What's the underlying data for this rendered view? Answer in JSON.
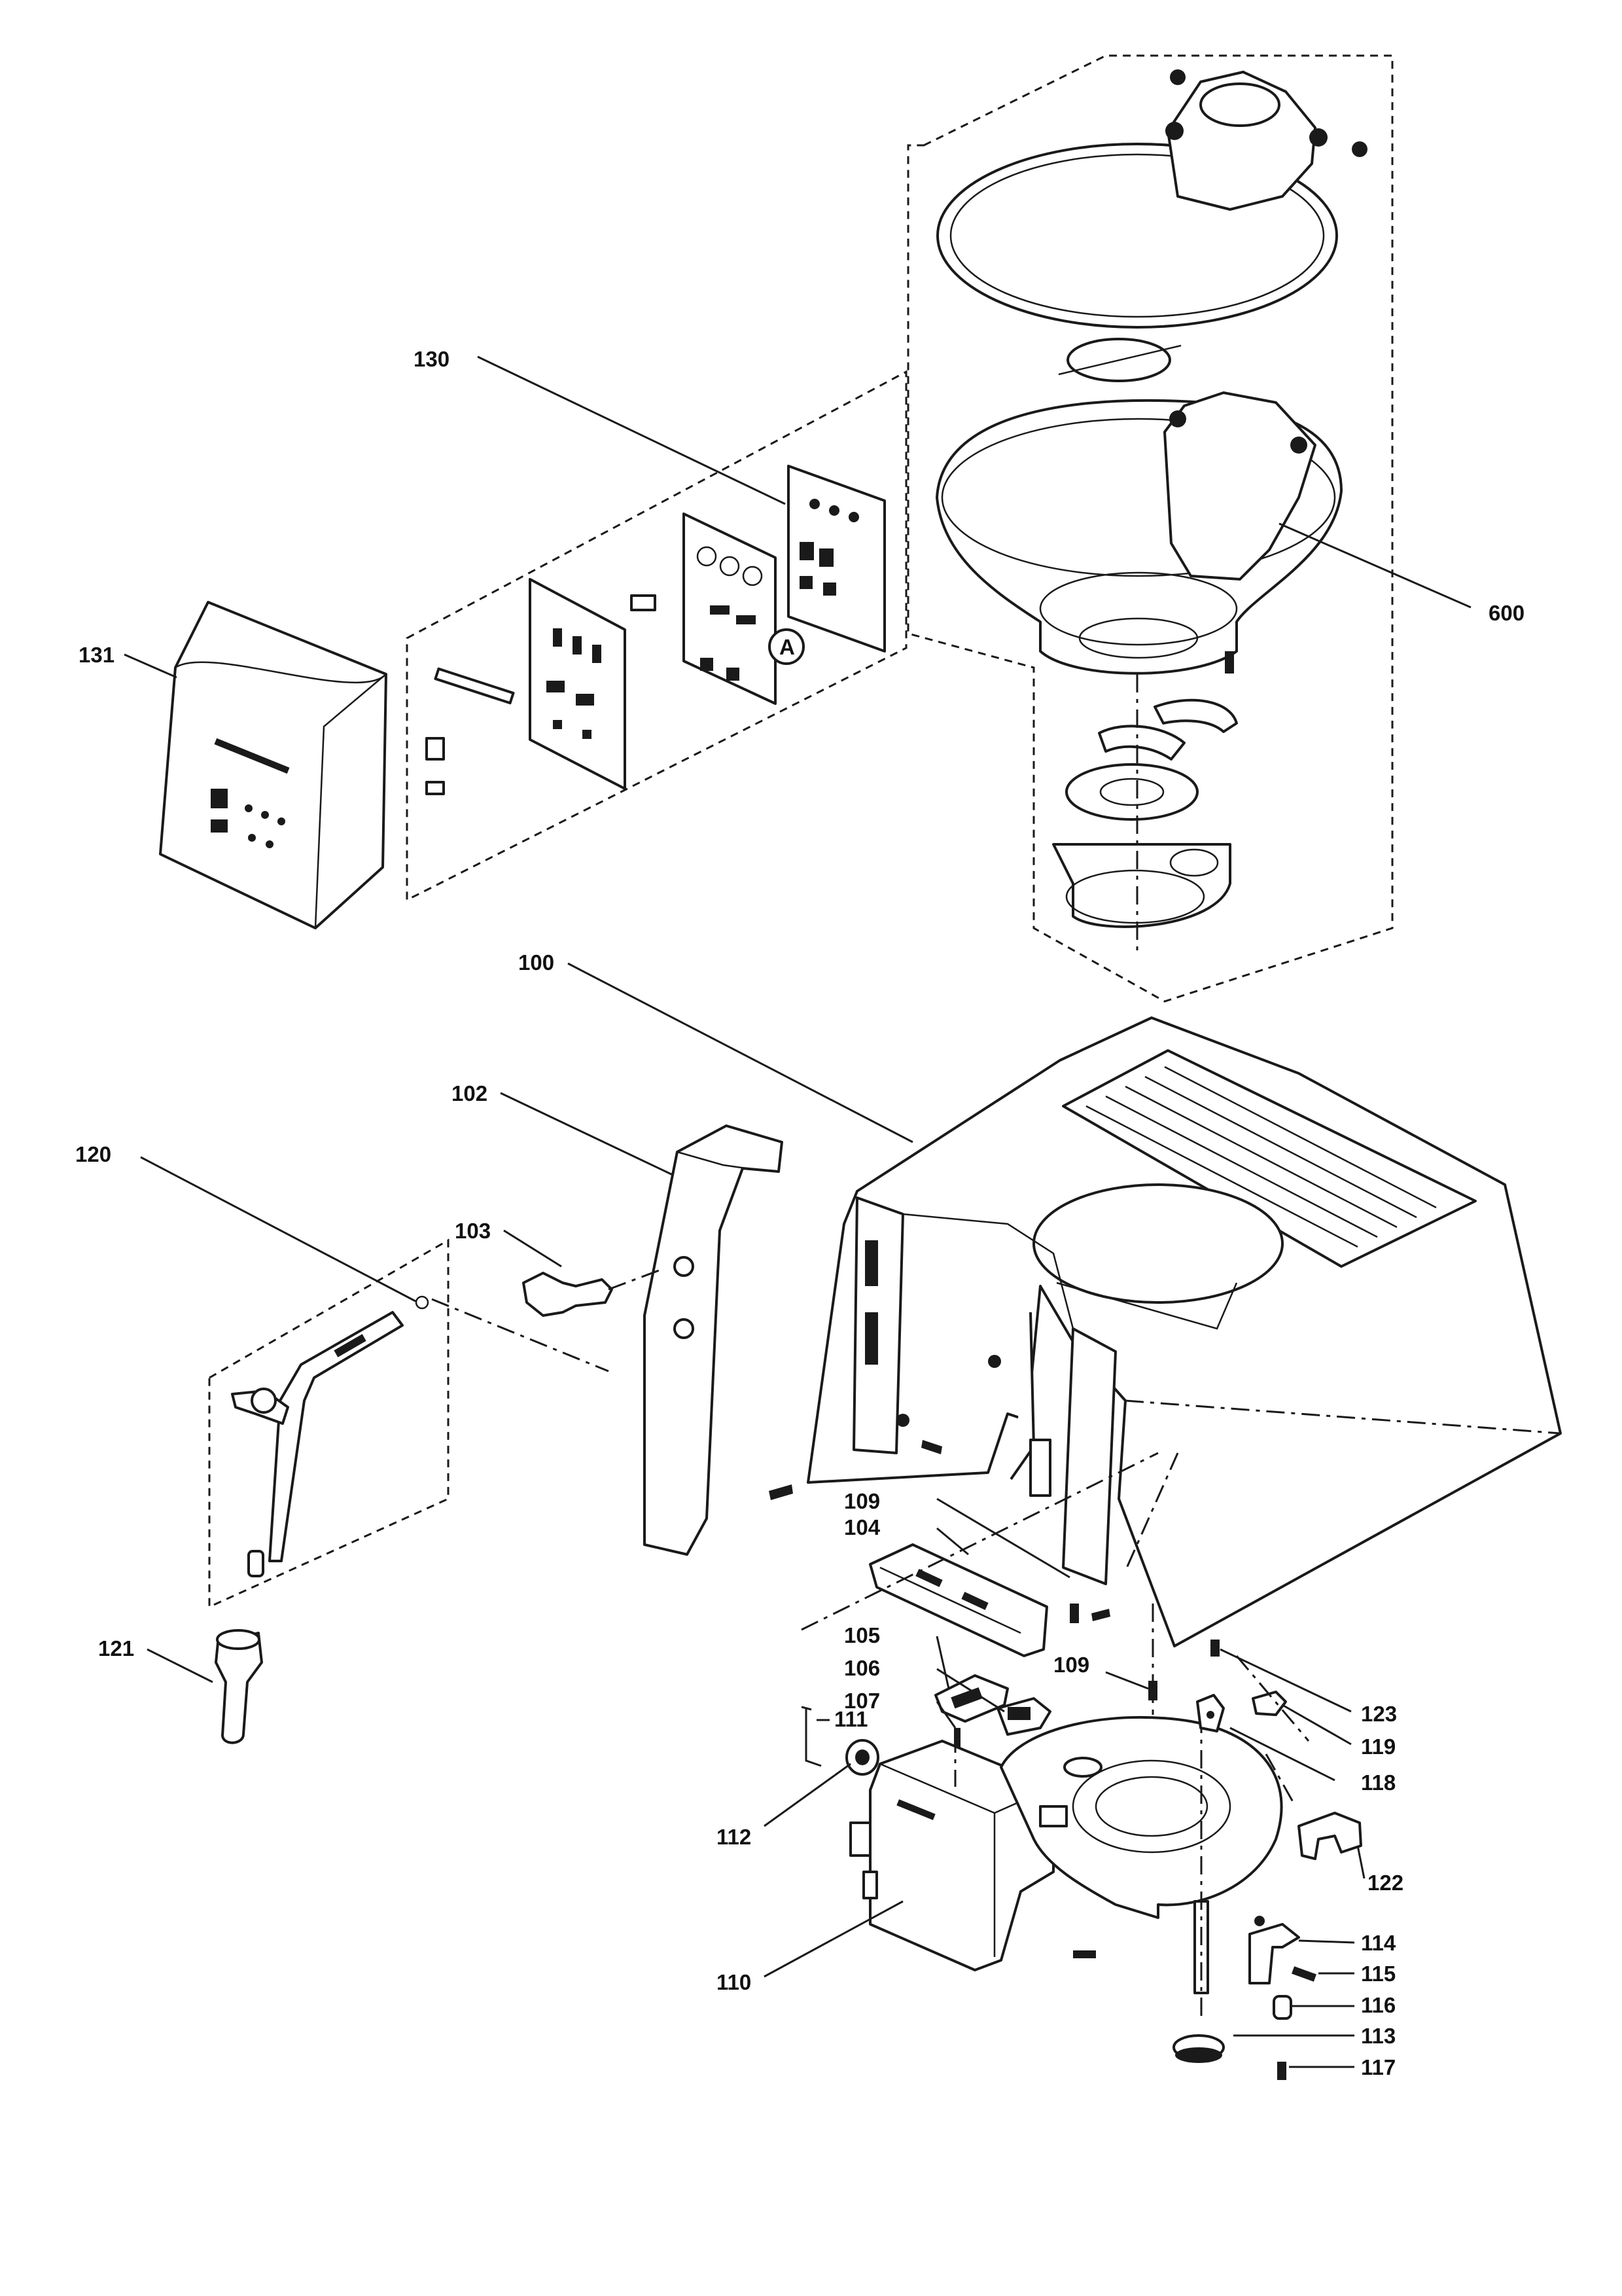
{
  "labels": {
    "p100": "100",
    "p102": "102",
    "p103": "103",
    "p104": "104",
    "p105": "105",
    "p106": "106",
    "p107": "107",
    "p109a": "109",
    "p109b": "109",
    "p110": "110",
    "p111": "111",
    "p112": "112",
    "p113": "113",
    "p114": "114",
    "p115": "115",
    "p116": "116",
    "p117": "117",
    "p118": "118",
    "p119": "119",
    "p120": "120",
    "p121": "121",
    "p122": "122",
    "p123": "123",
    "p130": "130",
    "p131": "131",
    "p600": "600",
    "circleA": "A"
  }
}
